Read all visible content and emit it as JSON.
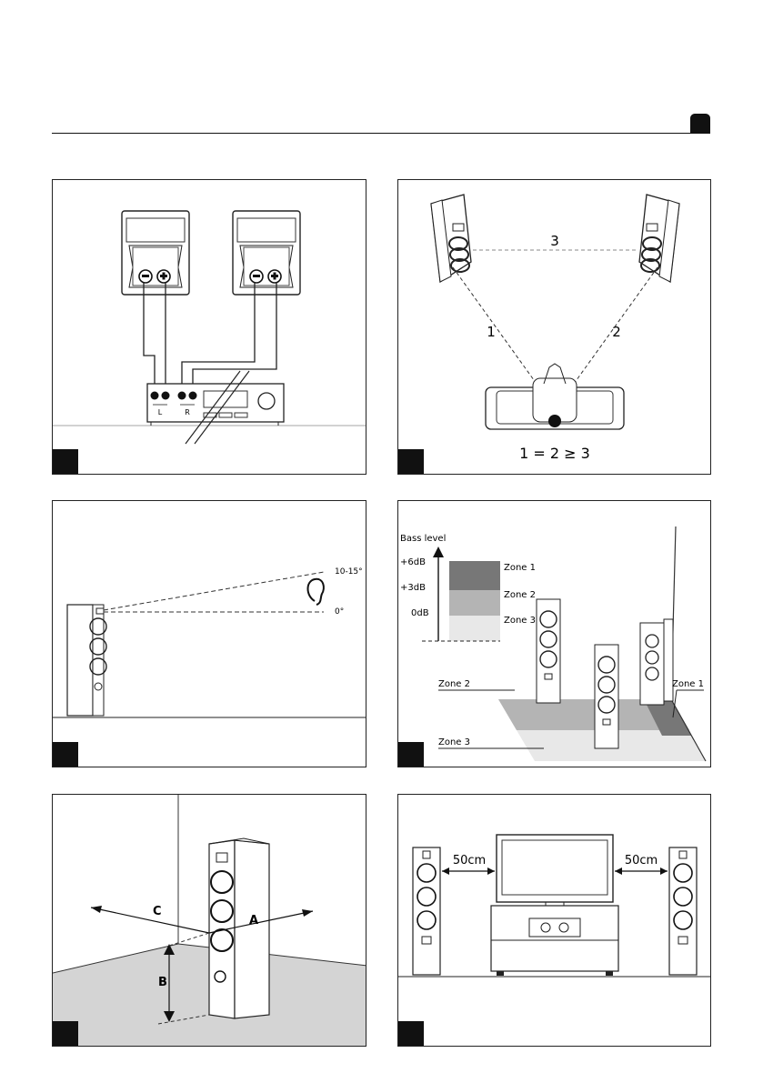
{
  "panel1": {
    "amp_left": "L",
    "amp_right": "R"
  },
  "panel2": {
    "distance_1": "1",
    "distance_2": "2",
    "distance_3": "3",
    "formula": "1 = 2 ≥ 3"
  },
  "panel3": {
    "angle_top": "10-15°",
    "angle_zero": "0°"
  },
  "panel4": {
    "axis_title": "Bass level",
    "levels": [
      "+6dB",
      "+3dB",
      "0dB"
    ],
    "legend": [
      "Zone 1",
      "Zone 2",
      "Zone 3"
    ],
    "callouts": {
      "left_upper": "Zone 2",
      "left_lower": "Zone 3",
      "right": "Zone 1"
    },
    "colors": {
      "zone1": "#777777",
      "zone2": "#b4b4b4",
      "zone3": "#e8e8e8"
    }
  },
  "panel5": {
    "label_a": "A",
    "label_b": "B",
    "label_c": "C"
  },
  "panel6": {
    "distance_left": "50cm",
    "distance_right": "50cm"
  }
}
